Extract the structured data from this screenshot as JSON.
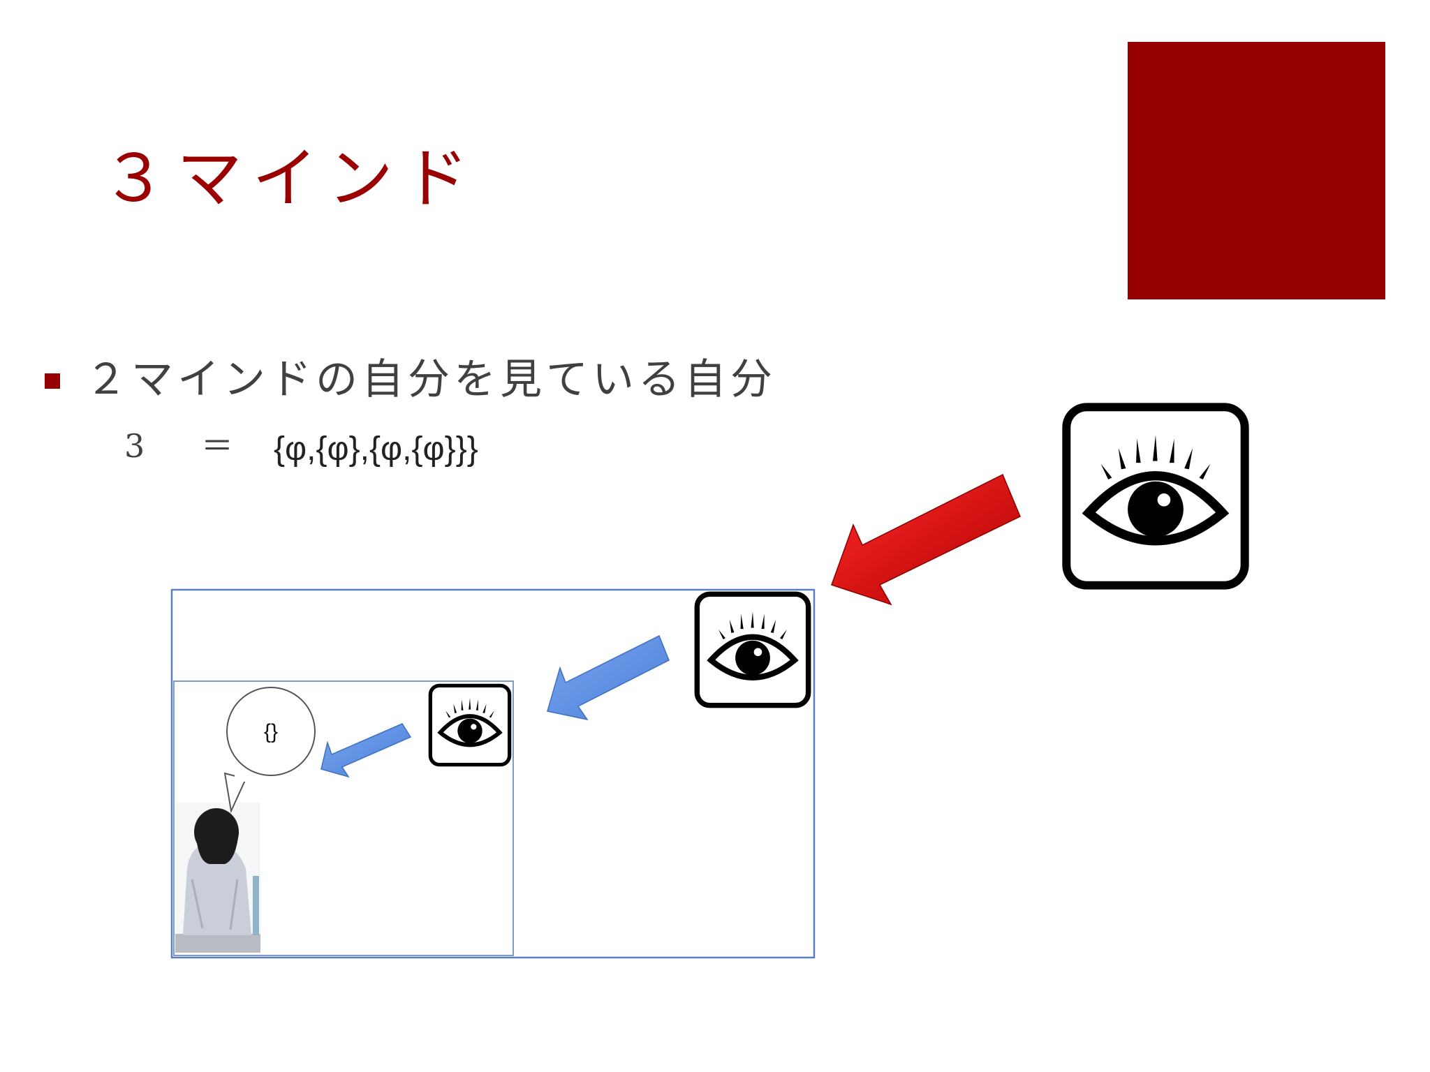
{
  "slide": {
    "title": "３マインド",
    "bullet_text": "２マインドの自分を見ている自分",
    "sub_left": "3",
    "sub_equals": "＝",
    "sub_set": "{φ,{φ},{φ,{φ}}}",
    "bubble_text": "{}"
  },
  "colors": {
    "accent": "#970000",
    "title": "#9b0000",
    "bullet": "#970000",
    "frame": "#5b7fbf",
    "arrow_red": "#d10000",
    "arrow_blue": "#5c8fe0"
  },
  "icons": {
    "eye": "eye-icon",
    "person": "person-photo"
  }
}
